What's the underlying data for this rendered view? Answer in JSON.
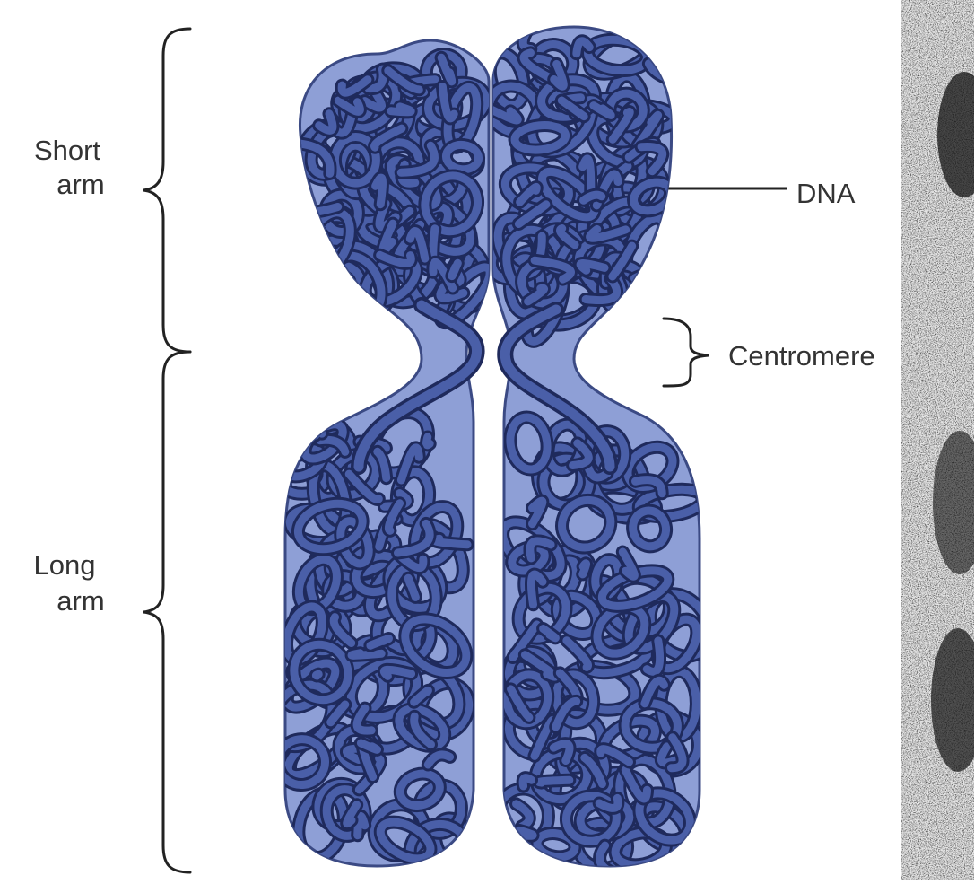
{
  "labels": {
    "short_arm": [
      "Short",
      "arm"
    ],
    "long_arm": [
      "Long",
      "arm"
    ],
    "dna": "DNA",
    "centromere": "Centromere"
  },
  "colors": {
    "chromatid_fill": "#8e9fd6",
    "chromatid_outline": "#3b4a84",
    "dna_fill": "#4a5fa8",
    "dna_outline": "#1f2a5c",
    "bracket": "#222222",
    "text": "#333333",
    "micrograph_dark": "#1a1a1a"
  },
  "icons": {
    "bracket": "curly-brace",
    "micrograph": "electron-micrograph-strip"
  }
}
